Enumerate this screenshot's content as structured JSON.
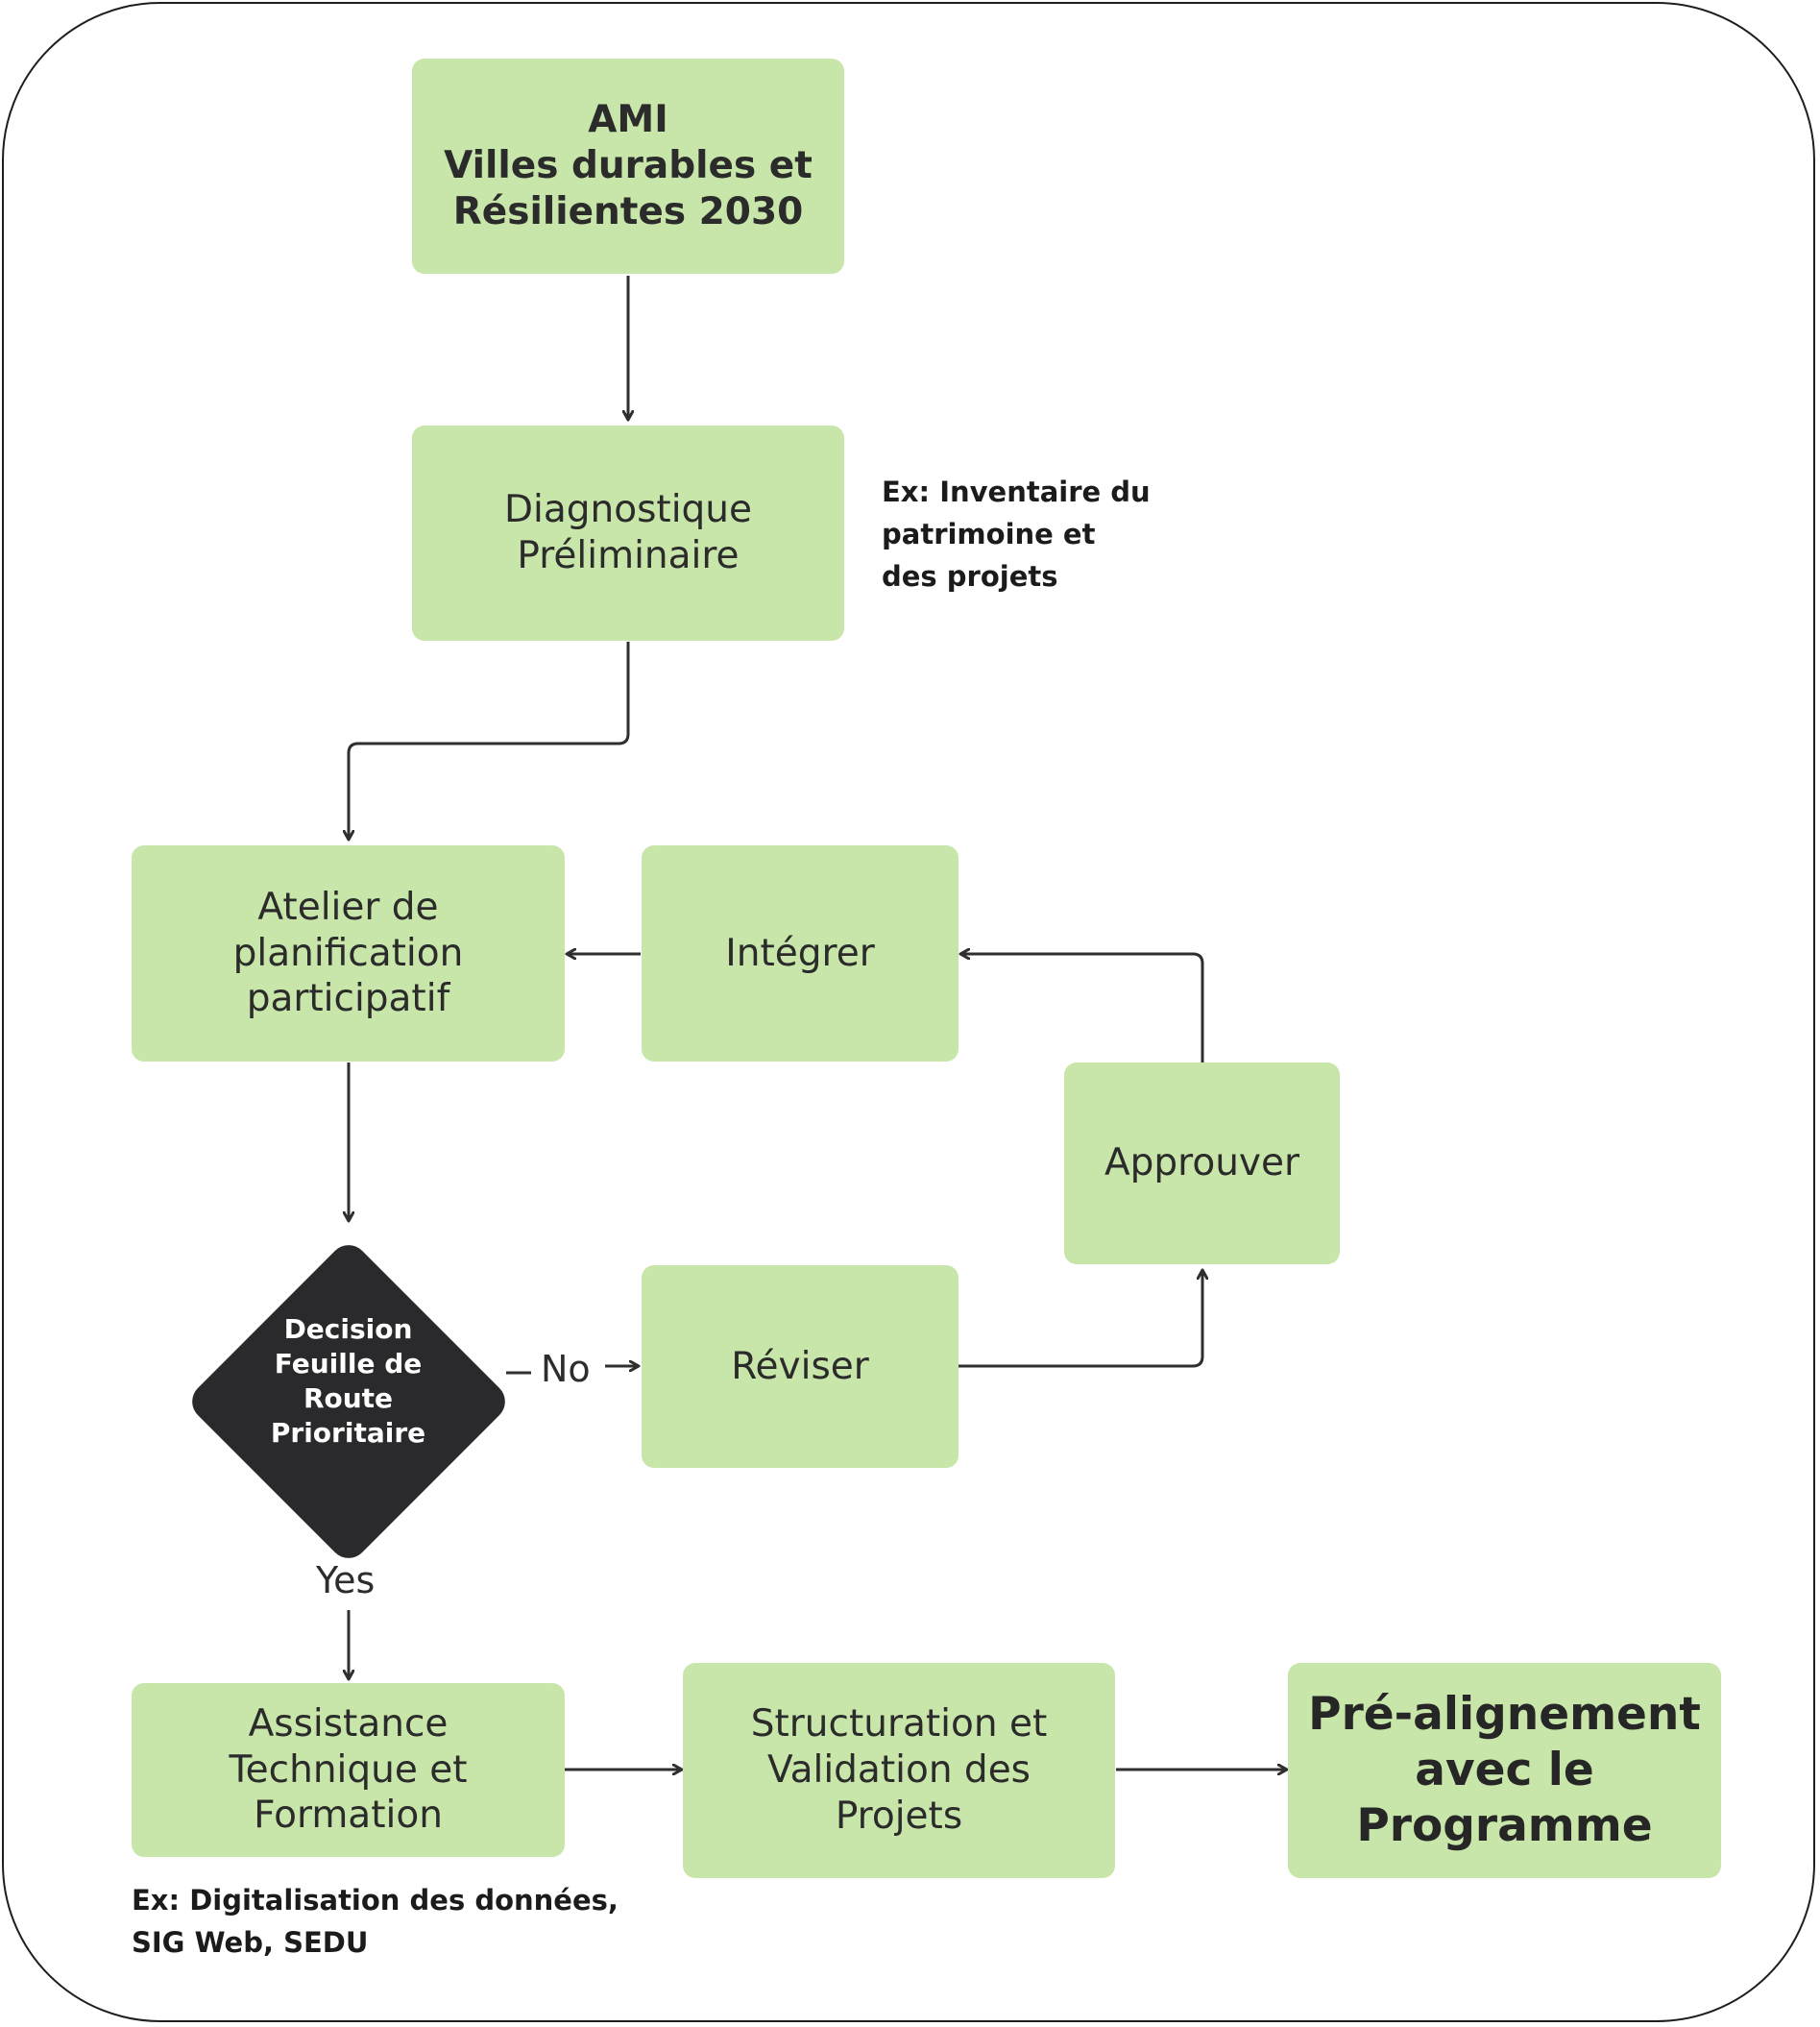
{
  "theme": {
    "node_fill": "#c8e6a9",
    "decision_fill": "#2a2a2d",
    "line": "#2f2f2f",
    "frame": "#1e1e1e"
  },
  "nodes": {
    "ami": "AMI\nVilles durables et\nRésilientes 2030",
    "diagnostique": "Diagnostique\nPréliminaire",
    "atelier": "Atelier de\nplanification\nparticipatif",
    "integrer": "Intégrer",
    "approuver": "Approuver",
    "reviser": "Réviser",
    "decision": "Decision\nFeuille de\nRoute\nPrioritaire",
    "assistance": "Assistance\nTechnique et\nFormation",
    "structuration": "Structuration et\nValidation des\nProjets",
    "prealignement": "Pré-alignement\navec le\nProgramme"
  },
  "notes": {
    "diagnostique_example": "Ex: Inventaire du\npatrimoine et\ndes projets",
    "assistance_example": "Ex: Digitalisation des données,\nSIG Web, SEDU"
  },
  "edge_labels": {
    "no": "No",
    "yes": "Yes"
  }
}
